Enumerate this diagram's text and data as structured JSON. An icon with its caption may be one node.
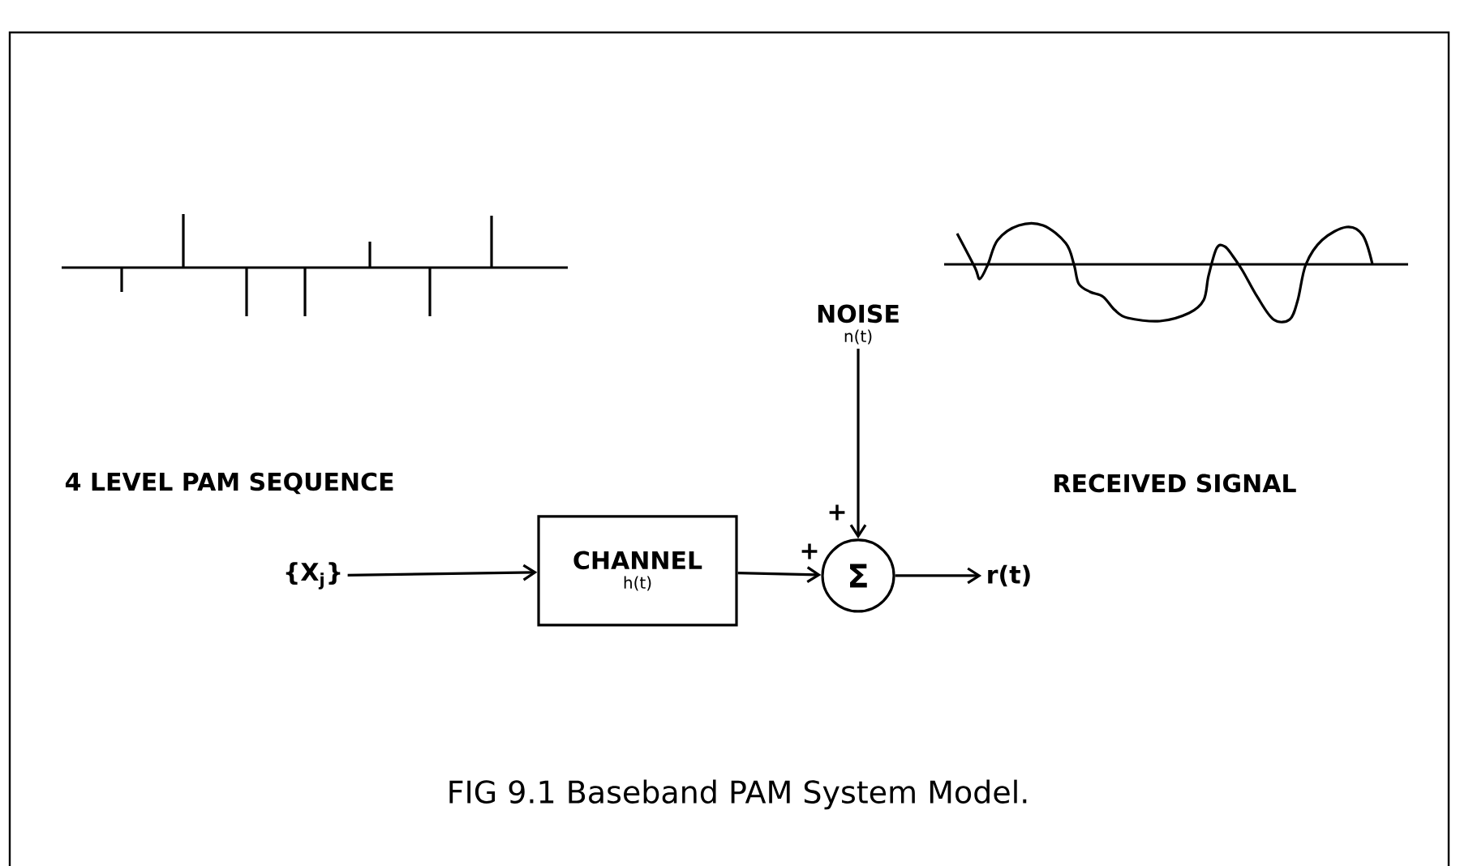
{
  "diagram": {
    "caption": "FIG 9.1 Baseband PAM System Model.",
    "nodes": [
      {
        "text": [
          "{X$_{j}$}"
        ]
      },
      {
        "text": [
          "CHANNEL",
          "h(t)"
        ]
      },
      {
        "text": [
          "Σ"
        ]
      },
      {
        "text": [
          "NOISE",
          "n(t)"
        ]
      },
      {
        "text": [
          "r(t)"
        ]
      }
    ],
    "edges": [
      {
        "from": 0,
        "to": 1,
        "arrow": "to"
      },
      {
        "from": 1,
        "to": 2,
        "arrow": "to"
      },
      {
        "from": 3,
        "to": 2,
        "arrow": "to"
      },
      {
        "from": 2,
        "to": 4,
        "arrow": "to"
      }
    ],
    "labels": [
      "4 LEVEL PAM SEQUENCE",
      "RECEIVED SIGNAL",
      "+",
      "+"
    ]
  }
}
